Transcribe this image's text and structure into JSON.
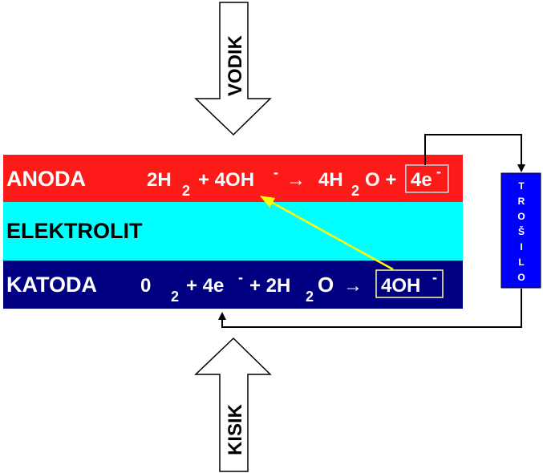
{
  "colors": {
    "anoda": "#ff1a1a",
    "elektrolit": "#00ffff",
    "katoda": "#000080",
    "trosilo": "#0000ff",
    "reaction_arrow": "#ffff00",
    "line": "#000000"
  },
  "arrows": {
    "top_label": "VODIK",
    "bottom_label": "KISIK"
  },
  "anoda": {
    "label": "ANODA",
    "equation": {
      "r1": "2H",
      "r1_sub": "2",
      "plus1": "+ 4OH",
      "sup1": "-",
      "arrow": "→",
      "p1": "4H",
      "p1_sub": "2",
      "p1_rest": "O +",
      "boxed": "4e",
      "boxed_sup": "-"
    }
  },
  "elektrolit": {
    "label": "ELEKTROLIT"
  },
  "katoda": {
    "label": "KATODA",
    "equation": {
      "r1": "0",
      "r1_sub": "2",
      "plus1": "+ 4e",
      "sup1": "-",
      "plus2": "+ 2H",
      "r2_sub": "2",
      "r2_rest": "O",
      "arrow": "→",
      "boxed": "4OH",
      "boxed_sup": "-"
    }
  },
  "trosilo": {
    "letters": [
      "T",
      "R",
      "O",
      "Š",
      "I",
      "L",
      "O"
    ]
  }
}
